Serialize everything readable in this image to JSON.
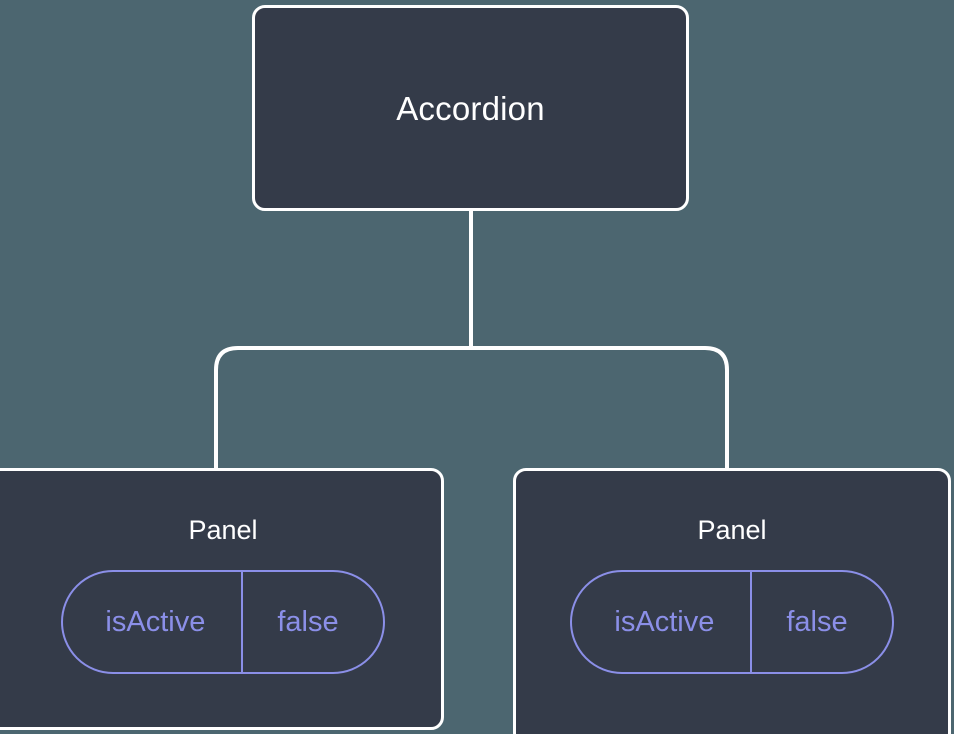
{
  "diagram": {
    "type": "component-tree",
    "background_color": "#4c6670",
    "node_fill_color": "#343b49",
    "node_border_color": "#ffffff",
    "edge_color": "#ffffff",
    "pill_color": "#8b8fe8",
    "root": {
      "label": "Accordion"
    },
    "children": [
      {
        "label": "Panel",
        "state": {
          "key": "isActive",
          "value": "false"
        }
      },
      {
        "label": "Panel",
        "state": {
          "key": "isActive",
          "value": "false"
        }
      }
    ]
  }
}
